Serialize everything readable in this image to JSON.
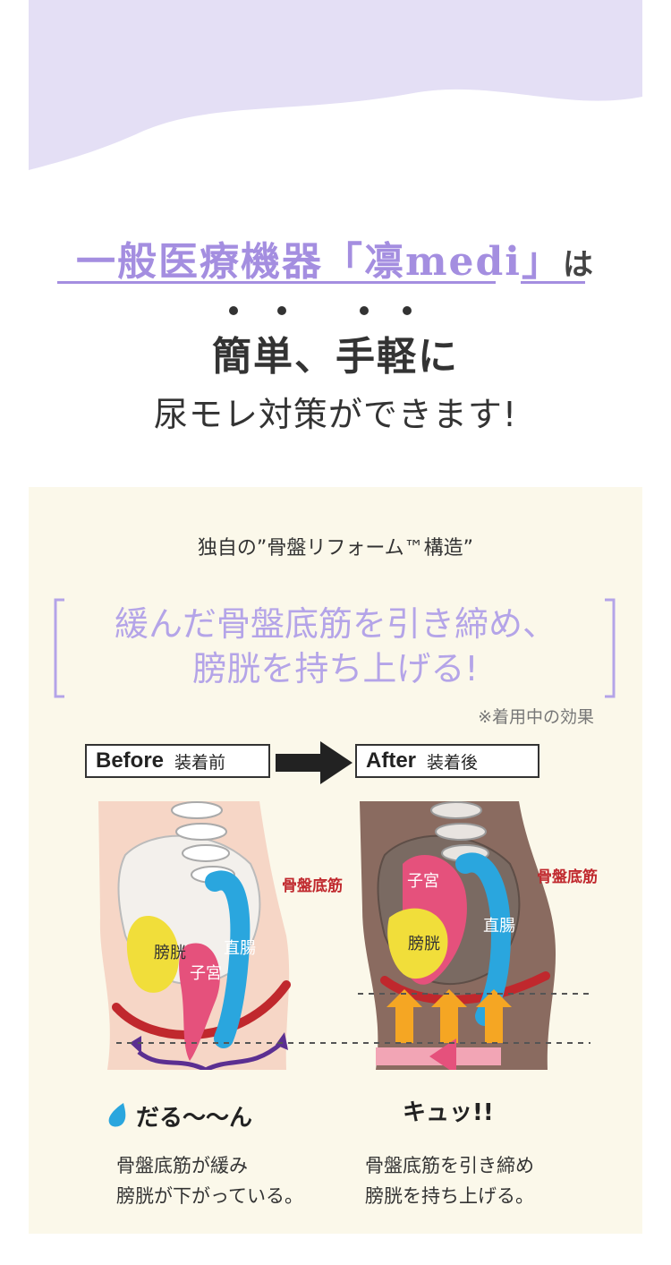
{
  "hero": {
    "title_line1": "一般医療機器「凛medi」",
    "title_particle": "は",
    "title_line2": "簡単、手軽に",
    "title_line3": "尿モレ対策ができます!"
  },
  "panel": {
    "structure_label": "独自の”骨盤リフォーム™構造”",
    "headline_line1": "緩んだ骨盤底筋を引き締め、",
    "headline_line2": "膀胱を持ち上げる!",
    "note": "※着用中の効果",
    "before": {
      "en": "Before",
      "jp": "装着前",
      "organ_bladder": "膀胱",
      "organ_uterus": "子宮",
      "organ_rectum": "直腸",
      "pelvic_floor": "骨盤底筋",
      "onomatopoeia": "だる〜〜ん",
      "caption_line1": "骨盤底筋が緩み",
      "caption_line2": "膀胱が下がっている。"
    },
    "after": {
      "en": "After",
      "jp": "装着後",
      "organ_bladder": "膀胱",
      "organ_uterus": "子宮",
      "organ_rectum": "直腸",
      "pelvic_floor": "骨盤底筋",
      "onomatopoeia": "キュッ!!",
      "caption_line1": "骨盤底筋を引き締め",
      "caption_line2": "膀胱を持ち上げる。"
    }
  },
  "colors": {
    "accent_purple": "#a48ee0",
    "lavender_wave": "#e4dff5",
    "panel_bg": "#fbf8ea",
    "muscle_red": "#c0282d",
    "bladder_yellow": "#f1de3a",
    "uterus_pink": "#e5517c",
    "rectum_blue": "#2aa6de"
  }
}
